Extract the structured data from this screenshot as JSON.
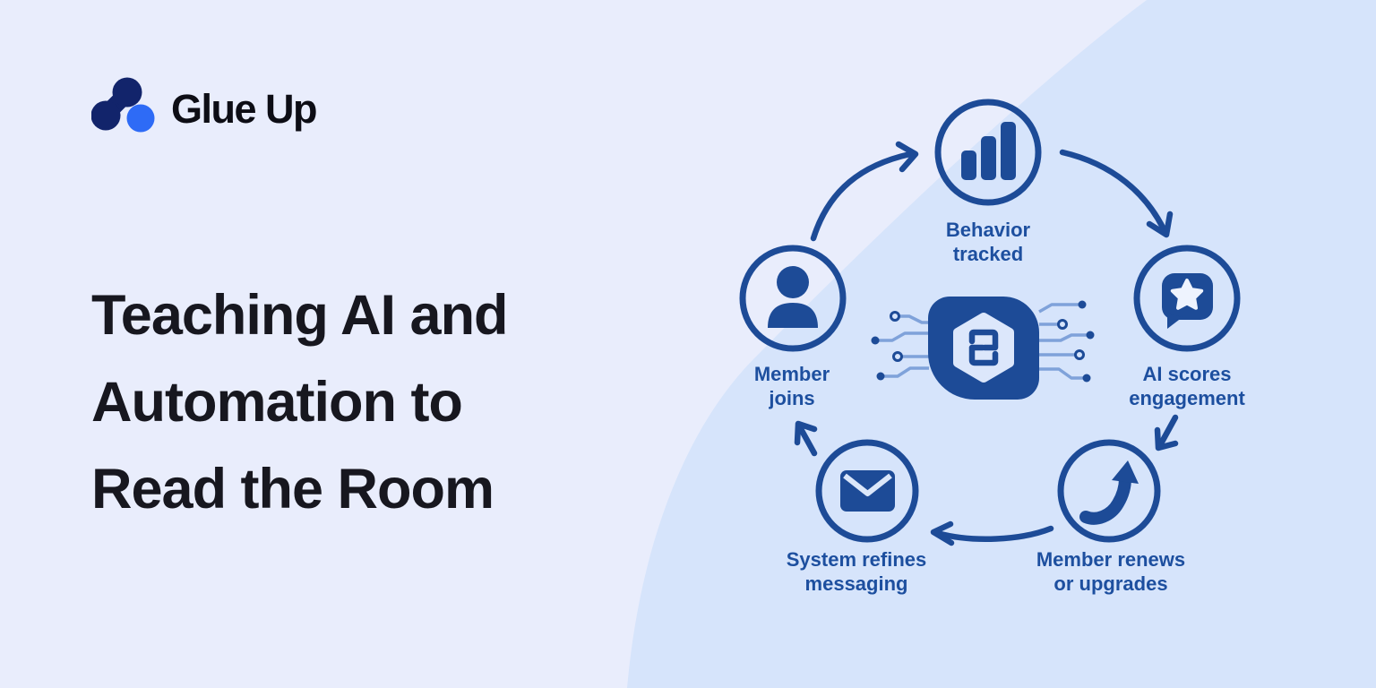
{
  "brand": {
    "name": "Glue Up"
  },
  "headline": {
    "text": "Teaching AI and\nAutomation to\nRead the Room"
  },
  "colors": {
    "background": "#e9edfc",
    "background_blob": "#d6e4fb",
    "navy": "#1d4b97",
    "label_text": "#1d4f9f",
    "logo_navy": "#12246b",
    "logo_blue": "#2e6bf6",
    "headline_text": "#17171f",
    "circuit_trace": "#7fa2da",
    "icon_cutout": "#eef3fe"
  },
  "diagram": {
    "center": {
      "icon": "glueup-chip-icon",
      "description_icons": [
        "hexagon-badge-icon",
        "circuit-traces-icon"
      ]
    },
    "nodes": [
      {
        "id": "member-joins",
        "label": "Member\njoins",
        "icon": "person-icon"
      },
      {
        "id": "behavior-tracked",
        "label": "Behavior\ntracked",
        "icon": "bar-chart-icon"
      },
      {
        "id": "ai-scores-engagement",
        "label": "AI scores\nengagement",
        "icon": "star-speech-bubble-icon"
      },
      {
        "id": "member-renews-or-upgrades",
        "label": "Member renews\nor upgrades",
        "icon": "trend-up-arrow-icon"
      },
      {
        "id": "system-refines-messaging",
        "label": "System refines\nmessaging",
        "icon": "envelope-icon"
      }
    ]
  }
}
